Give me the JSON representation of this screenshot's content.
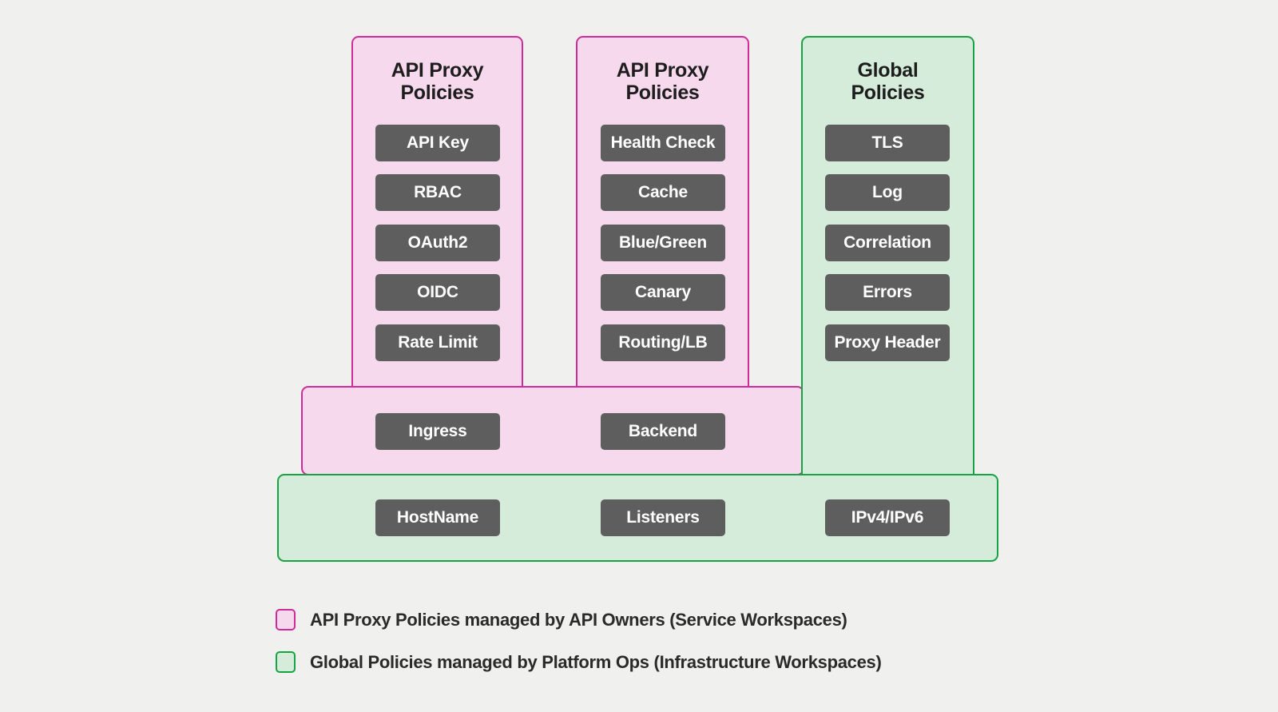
{
  "colors": {
    "background": "#f0f0ee",
    "pink_fill": "#f7d9ed",
    "pink_border": "#d02b98",
    "green_fill": "#d5ecda",
    "green_border": "#17a244",
    "chip_bg": "#5e5e5e",
    "chip_text": "#ffffff",
    "title_text": "#1d1d1d"
  },
  "columns": [
    {
      "type": "pink",
      "title": "API Proxy Policies",
      "title_lines": [
        "API Proxy",
        "Policies"
      ],
      "items": [
        "API Key",
        "RBAC",
        "OAuth2",
        "OIDC",
        "Rate Limit"
      ]
    },
    {
      "type": "pink",
      "title": "API Proxy Policies",
      "title_lines": [
        "API Proxy",
        "Policies"
      ],
      "items": [
        "Health Check",
        "Cache",
        "Blue/Green",
        "Canary",
        "Routing/LB"
      ]
    },
    {
      "type": "green",
      "title": "Global Policies",
      "title_lines": [
        "Global",
        "Policies"
      ],
      "items": [
        "TLS",
        "Log",
        "Correlation",
        "Errors",
        "Proxy Header"
      ]
    }
  ],
  "middle_band": {
    "type": "pink",
    "items": [
      "Ingress",
      "Backend"
    ]
  },
  "bottom_band": {
    "type": "green",
    "items": [
      "HostName",
      "Listeners",
      "IPv4/IPv6"
    ]
  },
  "legend": [
    {
      "swatch": "pink",
      "label": "API Proxy Policies managed by API Owners (Service Workspaces)"
    },
    {
      "swatch": "green",
      "label": "Global Policies managed by Platform Ops (Infrastructure Workspaces)"
    }
  ]
}
